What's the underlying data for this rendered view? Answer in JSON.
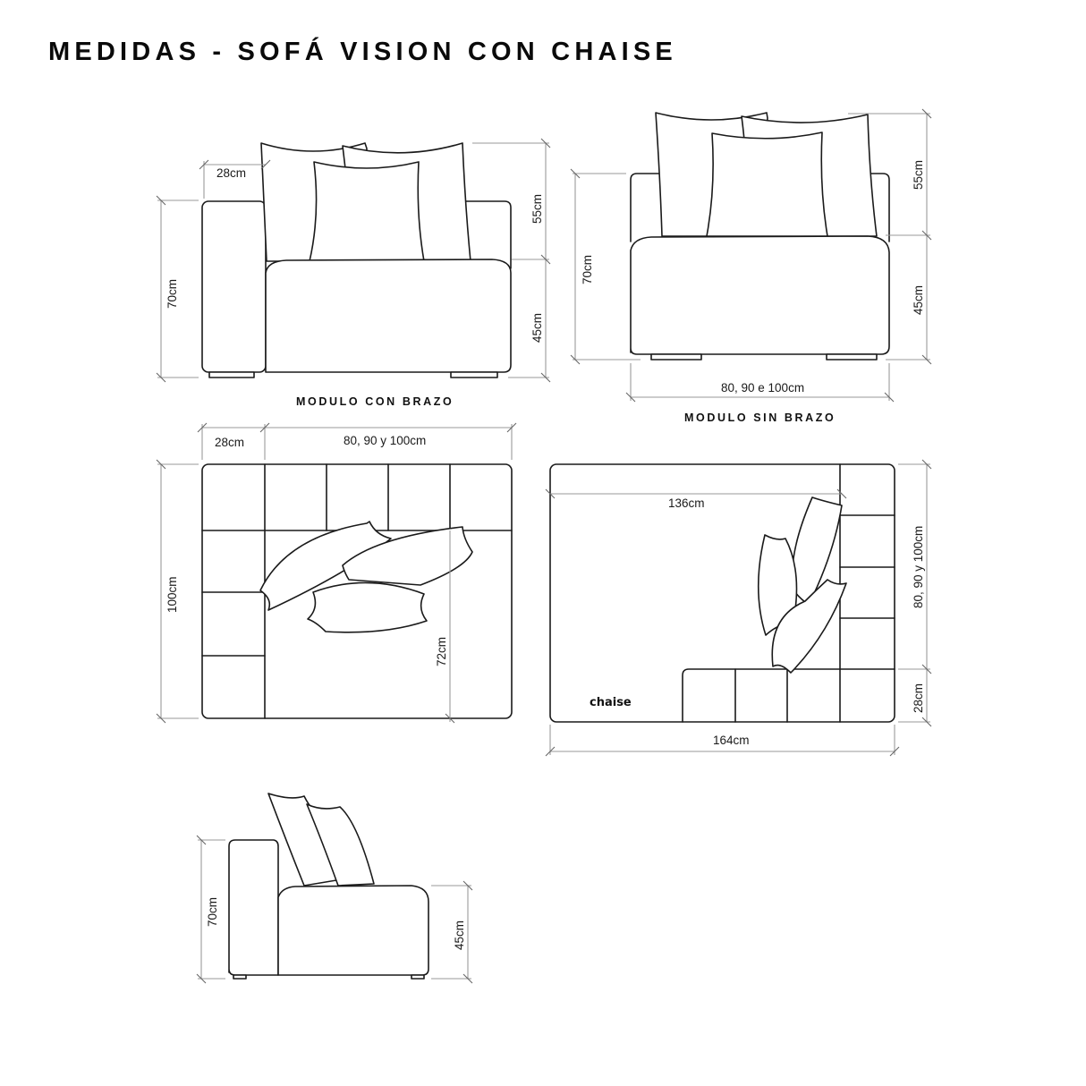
{
  "title": "MEDIDAS - SOFÁ VISION CON CHAISE",
  "views": {
    "modulo_con_brazo": {
      "caption": "MODULO CON BRAZO",
      "dims": {
        "arm_width": "28cm",
        "total_height": "70cm",
        "cushion_height": "55cm",
        "seat_height": "45cm"
      }
    },
    "modulo_sin_brazo": {
      "caption": "MODULO SIN BRAZO",
      "dims": {
        "total_height": "70cm",
        "cushion_height": "55cm",
        "seat_height": "45cm",
        "width": "80, 90 e 100cm"
      }
    },
    "plan_con_brazo": {
      "dims": {
        "arm_width": "28cm",
        "width": "80, 90 y 100cm",
        "depth": "100cm",
        "seat_depth": "72cm"
      }
    },
    "plan_chaise": {
      "label": "chaise",
      "dims": {
        "inner_length": "136cm",
        "total_length": "164cm",
        "width": "80, 90 y 100cm",
        "back_depth": "28cm"
      }
    },
    "side_view": {
      "dims": {
        "total_height": "70cm",
        "seat_height": "45cm"
      }
    }
  }
}
